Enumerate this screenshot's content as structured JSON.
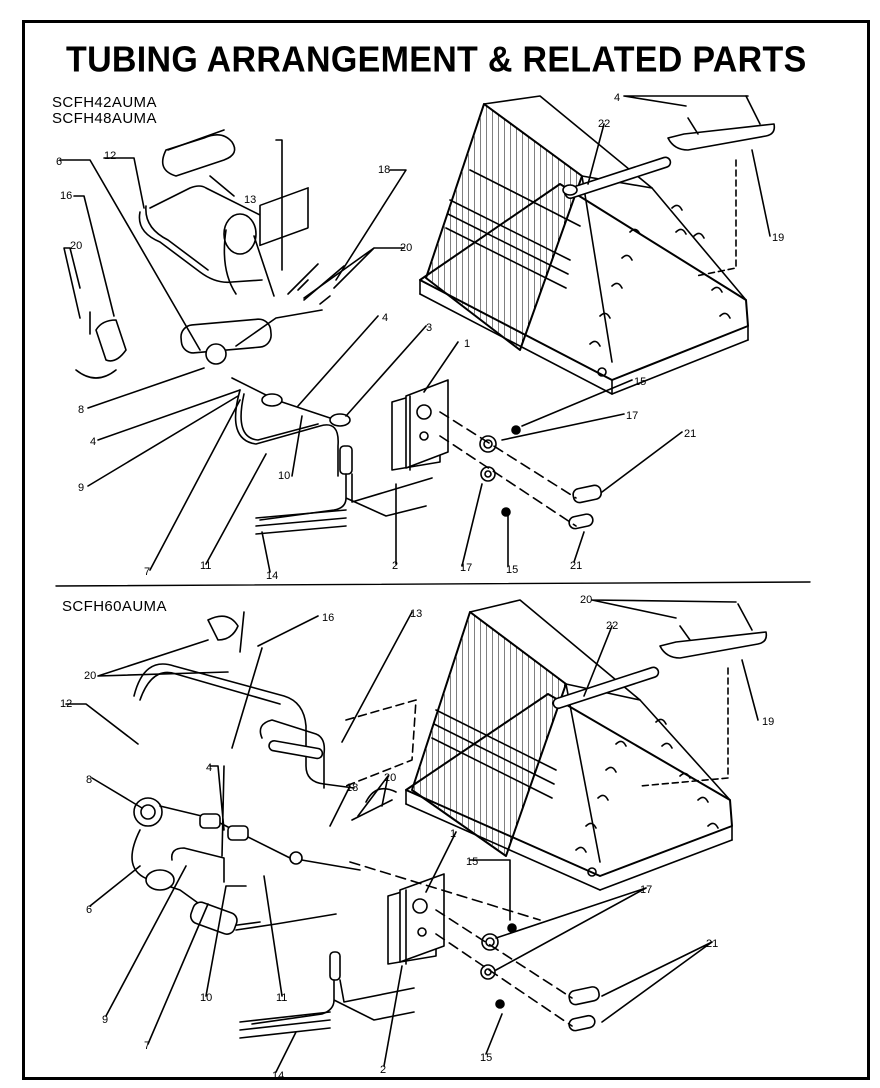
{
  "title": "TUBING ARRANGEMENT & RELATED PARTS",
  "upper": {
    "models": [
      "SCFH42AUMA",
      "SCFH48AUMA"
    ],
    "callouts": [
      "4",
      "22",
      "19",
      "6",
      "12",
      "13",
      "18",
      "16",
      "20",
      "20",
      "4",
      "3",
      "1",
      "8",
      "4",
      "9",
      "10",
      "15",
      "17",
      "21",
      "7",
      "11",
      "14",
      "2",
      "17",
      "15",
      "21"
    ]
  },
  "lower": {
    "models": [
      "SCFH60AUMA"
    ],
    "callouts": [
      "20",
      "22",
      "19",
      "16",
      "13",
      "20",
      "12",
      "4",
      "8",
      "18",
      "20",
      "1",
      "15",
      "17",
      "21",
      "6",
      "9",
      "10",
      "7",
      "11",
      "14",
      "2",
      "15"
    ]
  }
}
